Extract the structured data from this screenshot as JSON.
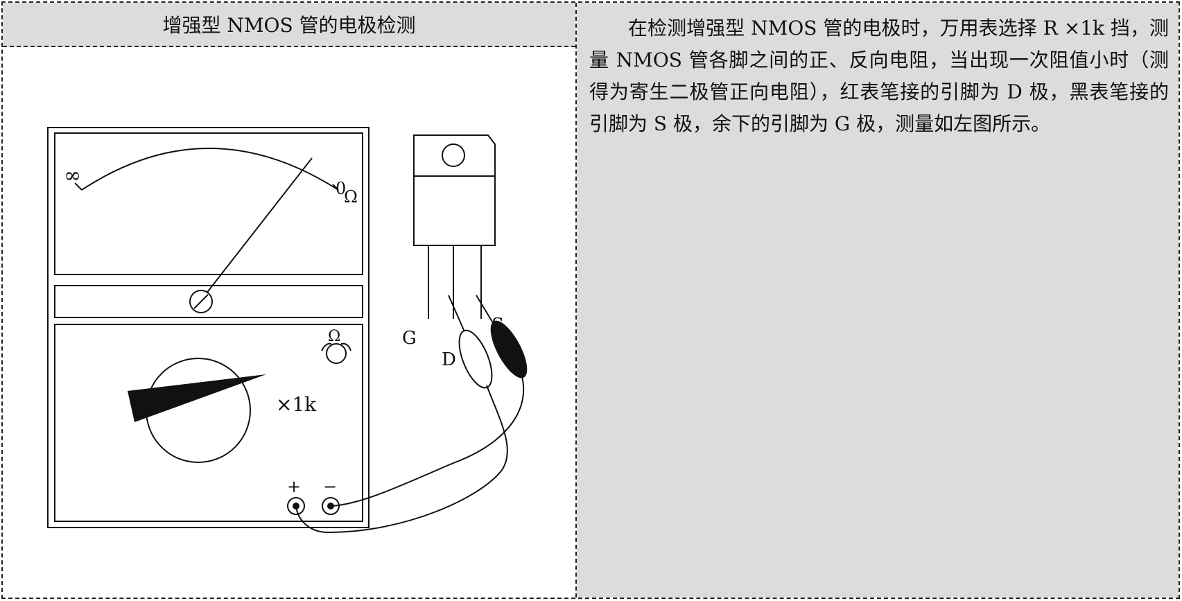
{
  "header": {
    "title": "增强型 NMOS 管的电极检测"
  },
  "description": {
    "text": "在检测增强型 NMOS 管的电极时，万用表选择 R ×1k 挡，测量 NMOS 管各脚之间的正、反向电阻，当出现一次阻值小时（测得为寄生二极管正向电阻），红表笔接的引脚为 D 极，黑表笔接的引脚为 S 极，余下的引脚为 G 极，测量如左图所示。"
  },
  "meter": {
    "scale_left": "∞",
    "scale_right_zero": "0",
    "scale_unit": "Ω",
    "ohm_knob_label": "Ω",
    "range_label": "×1k",
    "terminal_plus": "+",
    "terminal_minus": "−"
  },
  "transistor": {
    "pin_g": "G",
    "pin_d": "D",
    "pin_s": "S"
  },
  "colors": {
    "panel_bg": "#dedcda",
    "line": "#111111"
  }
}
